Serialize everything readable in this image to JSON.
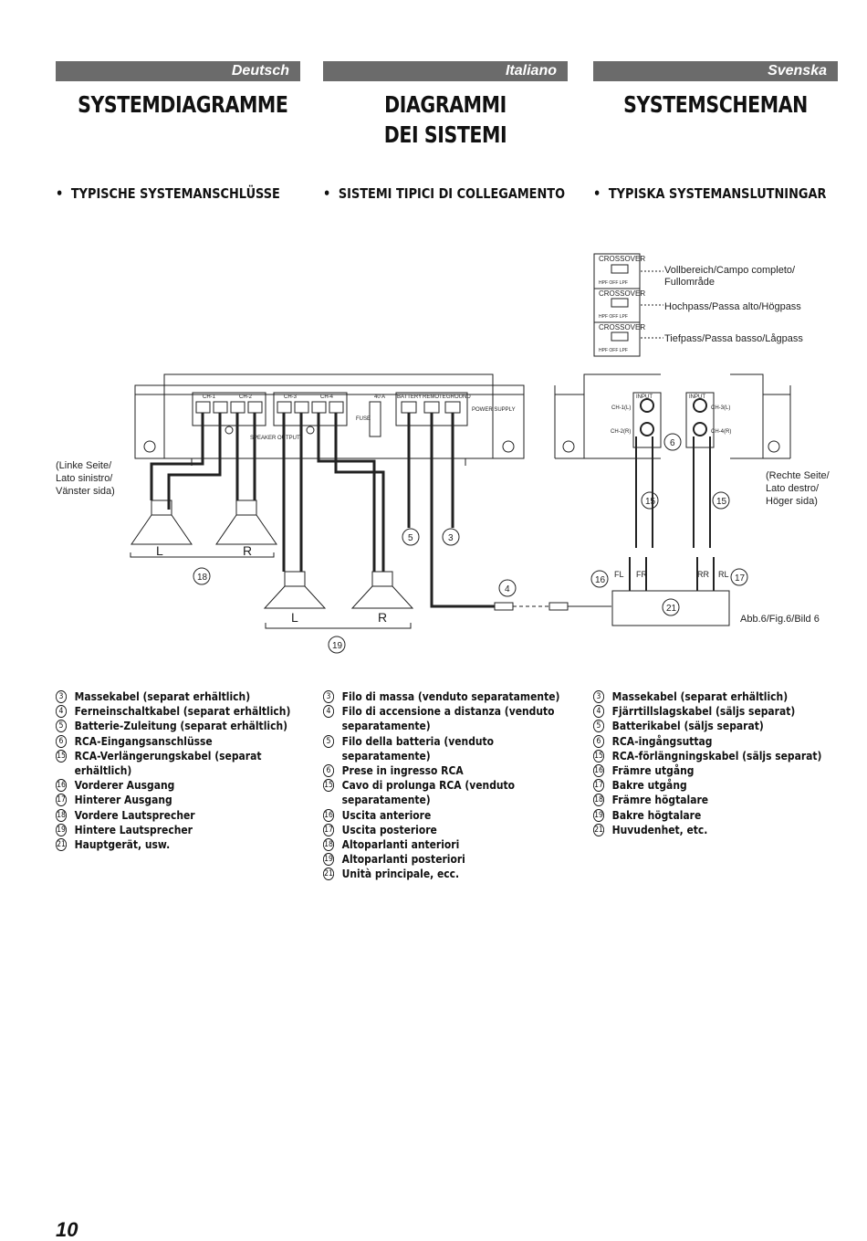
{
  "columns": [
    {
      "language": "Deutsch",
      "title": "SYSTEMDIAGRAMME",
      "subheading": "TYPISCHE SYSTEMANSCHLÜSSE",
      "legend": [
        {
          "num": "3",
          "text": "Massekabel (separat erhältlich)"
        },
        {
          "num": "4",
          "text": "Ferneinschaltkabel (separat erhältlich)"
        },
        {
          "num": "5",
          "text": "Batterie-Zuleitung (separat erhältlich)"
        },
        {
          "num": "6",
          "text": "RCA-Eingangsanschlüsse"
        },
        {
          "num": "15",
          "text": "RCA-Verlängerungskabel (separat erhältlich)"
        },
        {
          "num": "16",
          "text": "Vorderer Ausgang"
        },
        {
          "num": "17",
          "text": "Hinterer Ausgang"
        },
        {
          "num": "18",
          "text": "Vordere Lautsprecher"
        },
        {
          "num": "19",
          "text": "Hintere Lautsprecher"
        },
        {
          "num": "21",
          "text": "Hauptgerät, usw."
        }
      ]
    },
    {
      "language": "Italiano",
      "title": "DIAGRAMMI DEI SISTEMI",
      "subheading": "SISTEMI TIPICI DI COLLEGAMENTO",
      "legend": [
        {
          "num": "3",
          "text": "Filo di massa (venduto separatamente)"
        },
        {
          "num": "4",
          "text": "Filo di accensione a distanza (venduto separatamente)"
        },
        {
          "num": "5",
          "text": "Filo della batteria (venduto separatamente)"
        },
        {
          "num": "6",
          "text": "Prese in ingresso RCA"
        },
        {
          "num": "15",
          "text": "Cavo di prolunga RCA (venduto separatamente)"
        },
        {
          "num": "16",
          "text": "Uscita anteriore"
        },
        {
          "num": "17",
          "text": "Uscita posteriore"
        },
        {
          "num": "18",
          "text": "Altoparlanti anteriori"
        },
        {
          "num": "19",
          "text": "Altoparlanti posteriori"
        },
        {
          "num": "21",
          "text": "Unità principale, ecc."
        }
      ]
    },
    {
      "language": "Svenska",
      "title": "SYSTEMSCHEMAN",
      "subheading": "TYPISKA SYSTEMANSLUTNINGAR",
      "legend": [
        {
          "num": "3",
          "text": "Massekabel (separat erhältlich)"
        },
        {
          "num": "4",
          "text": "Fjärrtillslagskabel (säljs separat)"
        },
        {
          "num": "5",
          "text": "Batterikabel (säljs separat)"
        },
        {
          "num": "6",
          "text": "RCA-ingångsuttag"
        },
        {
          "num": "15",
          "text": "RCA-förlängningskabel (säljs separat)"
        },
        {
          "num": "16",
          "text": "Främre utgång"
        },
        {
          "num": "17",
          "text": "Bakre utgång"
        },
        {
          "num": "18",
          "text": "Främre högtalare"
        },
        {
          "num": "19",
          "text": "Bakre högtalare"
        },
        {
          "num": "21",
          "text": "Huvudenhet, etc."
        }
      ]
    }
  ],
  "diagram": {
    "crossover_label": "CROSSOVER",
    "crossover_positions": "HPF  OFF  LPF",
    "crossover_notes": [
      "Vollbereich/Campo completo/ Fullområde",
      "Hochpass/Passa alto/Högpass",
      "Tiefpass/Passa basso/Lågpass"
    ],
    "left_side": "(Linke Seite/ Lato sinistro/ Vänster sida)",
    "right_side": "(Rechte Seite/ Lato destro/ Höger sida)",
    "channels": [
      "CH-1",
      "CH-2",
      "CH-3",
      "CH-4"
    ],
    "speaker_output": "SPEAKER OUTPUT",
    "fuse_rating": "40 A",
    "fuse": "FUSE",
    "power_terminals": [
      "BATTERY",
      "REMOTE",
      "GROUND"
    ],
    "power_supply": "POWER SUPPLY",
    "input": "INPUT",
    "input_channels": [
      "CH-1(L)",
      "CH-2(R)",
      "CH-3(L)",
      "CH-4(R)"
    ],
    "lr": [
      "L",
      "R"
    ],
    "outputs": [
      "FL",
      "FR",
      "RR",
      "RL"
    ],
    "callouts": [
      "18",
      "19",
      "5",
      "3",
      "4",
      "6",
      "15",
      "16",
      "17",
      "21"
    ],
    "figure_caption": "Abb.6/Fig.6/Bild 6"
  },
  "page_number": "10"
}
